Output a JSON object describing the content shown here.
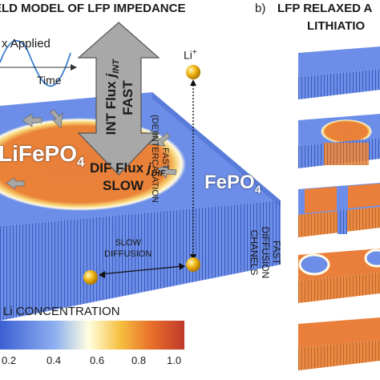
{
  "header": {
    "left_title": "ELD MODEL OF LFP IMPEDANCE",
    "right_label": "b)",
    "right_title_line1": "LFP RELAXED A",
    "right_title_line2": "LITHIATIO"
  },
  "left_panel": {
    "applied_label": "x Applied",
    "time_label": "Time",
    "int_flux_label": "INT Flux",
    "int_flux_sym": "j",
    "int_flux_sub": "INT",
    "int_flux_speed": "FAST",
    "li_ion_label": "Li",
    "li_ion_charge": "+",
    "fast_intercalation_line1": "FAST",
    "fast_intercalation_line2": "(DE)INTERCALATION",
    "lifepo4_main": "LiFePO",
    "lifepo4_sub": "4",
    "dif_flux_label": "DIF Flux",
    "dif_flux_sym": "j",
    "dif_flux_sub": "DIF",
    "dif_flux_speed": "SLOW",
    "fepo4_main": "FePO",
    "fepo4_sub": "4",
    "fast_diffusion_line1": "FAST",
    "fast_diffusion_line2": "DIFFUSION",
    "fast_diffusion_line3": "CHANELS",
    "slow_diffusion_line1": "SLOW",
    "slow_diffusion_line2": "DIFFUSION"
  },
  "colorbar": {
    "title": "Li CONCENTRATION",
    "ticks": [
      "0.2",
      "0.4",
      "0.6",
      "0.8",
      "1.0"
    ],
    "colors": [
      "#3b5fd4",
      "#8fb0f0",
      "#ffffe0",
      "#f6c040",
      "#e8702a",
      "#c0392b"
    ]
  },
  "colors": {
    "fepo4_blue": "#4f7ae6",
    "lifepo4_orange": "#e97f3a",
    "arrow_gray": "#a8a8a8"
  }
}
